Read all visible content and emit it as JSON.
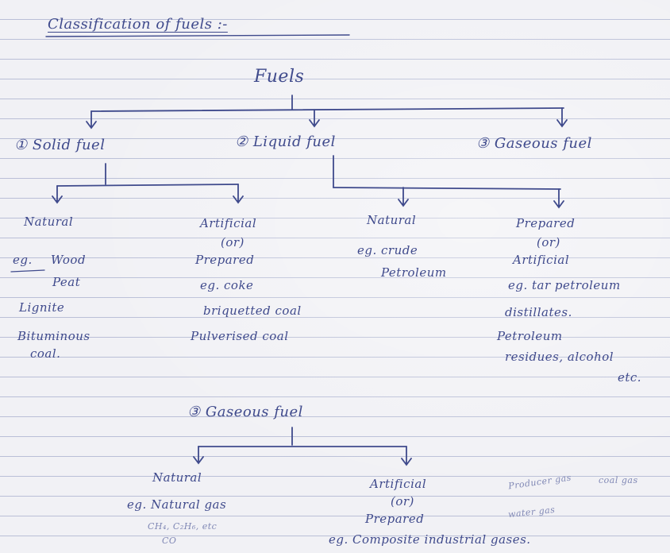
{
  "title": "Classification of fuels :-",
  "root": "Fuels",
  "categories": {
    "solid": "① Solid fuel",
    "liquid": "② Liquid fuel",
    "gaseous": "③ Gaseous fuel"
  },
  "solid_natural": {
    "heading": "Natural",
    "eg_label": "eg.",
    "items": [
      "Wood",
      "Peat",
      "Lignite",
      "Bituminous",
      "coal."
    ]
  },
  "solid_artificial": {
    "heading": "Artificial",
    "or": "(or)",
    "alt": "Prepared",
    "items": [
      "eg. coke",
      "briquetted coal",
      "Pulverised coal"
    ]
  },
  "liquid_natural": {
    "heading": "Natural",
    "items": [
      "eg. crude",
      "Petroleum"
    ]
  },
  "liquid_prepared": {
    "heading": "Prepared",
    "or": "(or)",
    "alt": "Artificial",
    "items": [
      "eg. tar petroleum",
      "distillates.",
      "Petroleum",
      "residues, alcohol",
      "etc."
    ]
  },
  "gaseous_section": {
    "heading": "③ Gaseous fuel",
    "natural": {
      "heading": "Natural",
      "example": "eg. Natural gas",
      "compounds": "CH₄, C₂H₆, etc",
      "co": "CO"
    },
    "artificial": {
      "heading": "Artificial",
      "or": "(or)",
      "alt": "Prepared",
      "example": "eg. Composite industrial gases."
    },
    "side_notes": [
      "Producer gas",
      "coal gas",
      "water gas"
    ]
  }
}
